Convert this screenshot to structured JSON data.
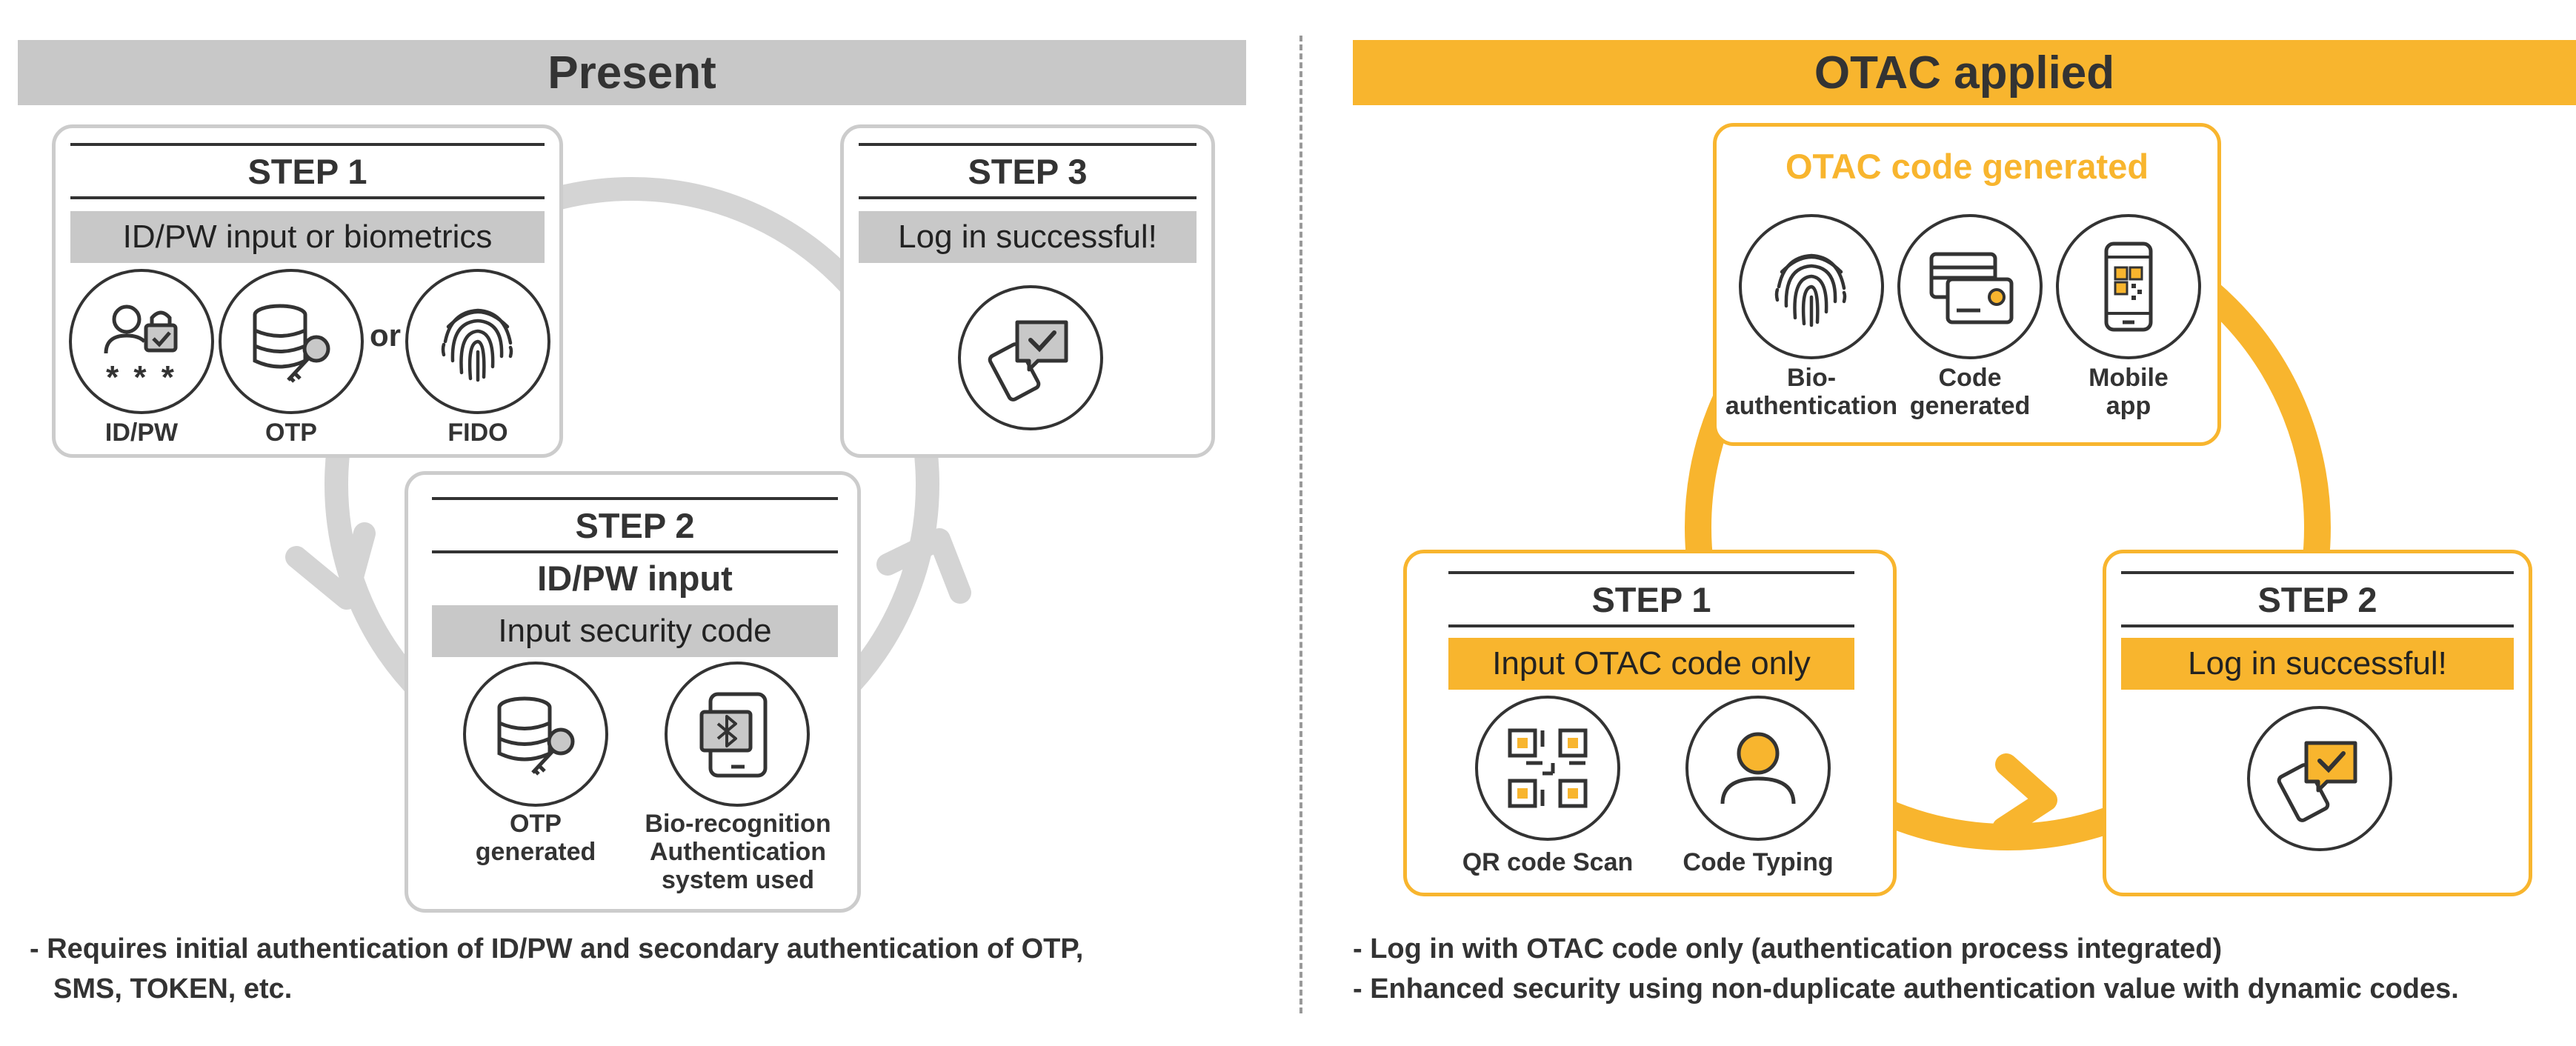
{
  "colors": {
    "accent": "#F8B52E",
    "gray_band": "#C8C8C8",
    "gray_ring": "#D4D4D4",
    "dark": "#333333"
  },
  "present": {
    "title": "Present",
    "step1": {
      "heading": "STEP 1",
      "band": "ID/PW input or biometrics",
      "or_text": "or",
      "icons": [
        {
          "icon": "user-lock-icon",
          "label": "ID/PW",
          "stars": "* * *"
        },
        {
          "icon": "database-key-icon",
          "label": "OTP"
        },
        {
          "icon": "fingerprint-icon",
          "label": "FIDO"
        }
      ]
    },
    "step2": {
      "heading": "STEP 2",
      "subheading": "ID/PW input",
      "band": "Input security code",
      "icons": [
        {
          "icon": "database-key-icon",
          "label_lines": [
            "OTP",
            "generated"
          ]
        },
        {
          "icon": "phone-bluetooth-icon",
          "label_lines": [
            "Bio-recognition",
            "Authentication",
            "system used"
          ]
        }
      ]
    },
    "step3": {
      "heading": "STEP 3",
      "band": "Log in successful!",
      "icon": "phone-check-message-icon"
    },
    "notes": [
      "- Requires initial authentication of ID/PW and secondary authentication of OTP,",
      "SMS, TOKEN, etc."
    ]
  },
  "otac": {
    "title": "OTAC applied",
    "generated": {
      "heading": "OTAC code generated",
      "icons": [
        {
          "icon": "fingerprint-icon",
          "label_lines": [
            "Bio-",
            "authentication"
          ]
        },
        {
          "icon": "card-icon",
          "label_lines": [
            "Code",
            "generated"
          ]
        },
        {
          "icon": "mobile-qr-icon",
          "label_lines": [
            "Mobile",
            "app"
          ]
        }
      ]
    },
    "step1": {
      "heading": "STEP 1",
      "band": "Input OTAC code only",
      "icons": [
        {
          "icon": "qr-code-icon",
          "label": "QR code Scan"
        },
        {
          "icon": "user-icon",
          "label": "Code Typing"
        }
      ]
    },
    "step2": {
      "heading": "STEP 2",
      "band": "Log in successful!",
      "icon": "phone-check-message-icon"
    },
    "notes": [
      "- Log in with OTAC code only (authentication process integrated)",
      "- Enhanced security using non-duplicate authentication value with dynamic codes."
    ]
  }
}
